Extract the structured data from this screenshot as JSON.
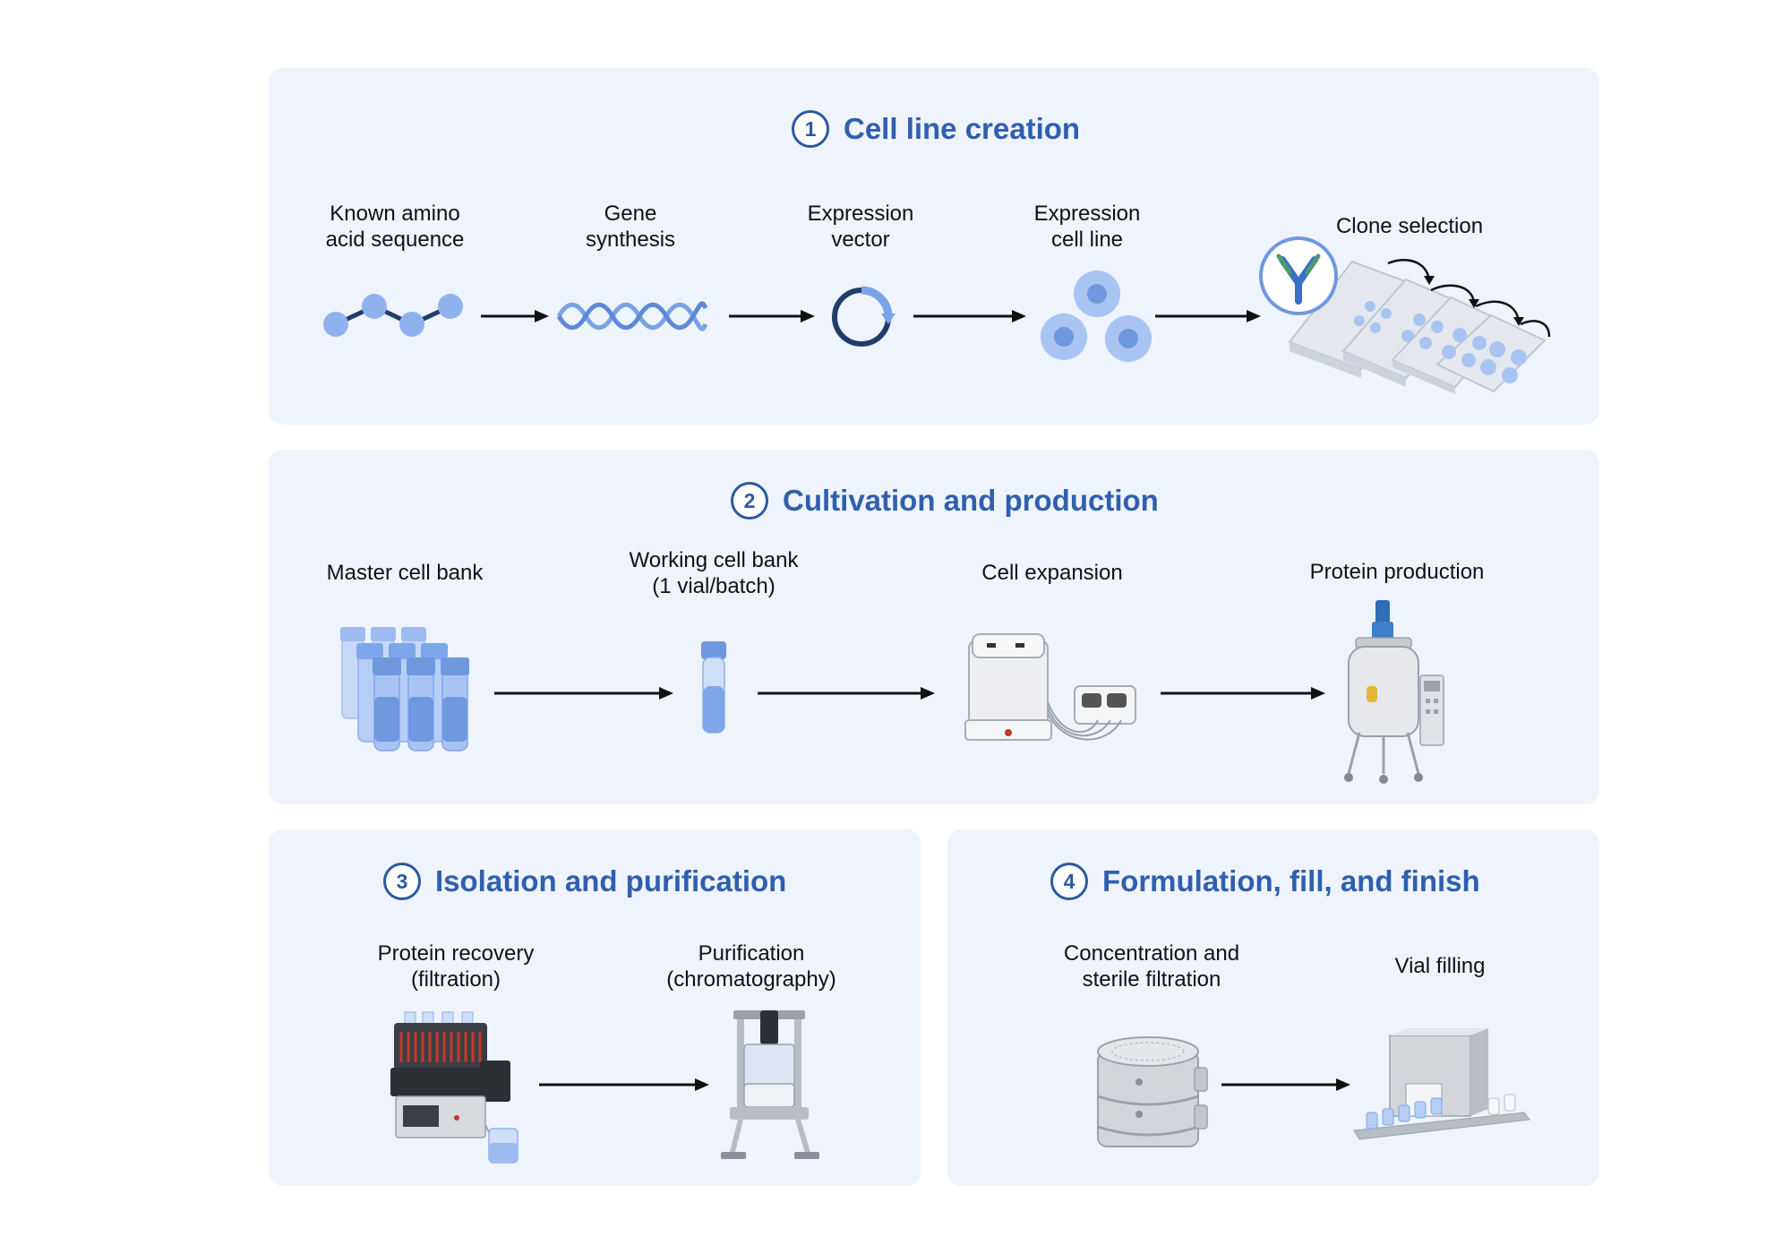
{
  "sections": [
    {
      "number": "1",
      "title": "Cell line creation",
      "steps": [
        {
          "label": "Known amino\nacid sequence",
          "icon": "amino-acid-chain-icon"
        },
        {
          "label": "Gene\nsynthesis",
          "icon": "dna-helix-icon"
        },
        {
          "label": "Expression\nvector",
          "icon": "plasmid-vector-icon"
        },
        {
          "label": "Expression\ncell line",
          "icon": "cell-cluster-icon"
        },
        {
          "label": "Clone selection",
          "icon": "well-plates-antibody-icon"
        }
      ]
    },
    {
      "number": "2",
      "title": "Cultivation and production",
      "steps": [
        {
          "label": "Master cell bank",
          "icon": "cryovials-icon"
        },
        {
          "label": "Working cell bank\n(1 vial/batch)",
          "icon": "single-vial-icon"
        },
        {
          "label": "Cell expansion",
          "icon": "wave-bioreactor-icon"
        },
        {
          "label": "Protein production",
          "icon": "bioreactor-tank-icon"
        }
      ]
    },
    {
      "number": "3",
      "title": "Isolation and purification",
      "steps": [
        {
          "label": "Protein recovery\n(filtration)",
          "icon": "filtration-system-icon"
        },
        {
          "label": "Purification\n(chromatography)",
          "icon": "chromatography-column-icon"
        }
      ]
    },
    {
      "number": "4",
      "title": "Formulation, fill, and finish",
      "steps": [
        {
          "label": "Concentration and\nsterile filtration",
          "icon": "filter-housing-icon"
        },
        {
          "label": "Vial filling",
          "icon": "vial-filling-machine-icon"
        }
      ]
    }
  ],
  "colors": {
    "panel": "#eef3fc",
    "title": "#2f5fae",
    "icon_light": "#9bbcf0",
    "icon_mid": "#6f98de",
    "icon_dark": "#1f3d6b",
    "arrow": "#111111"
  }
}
